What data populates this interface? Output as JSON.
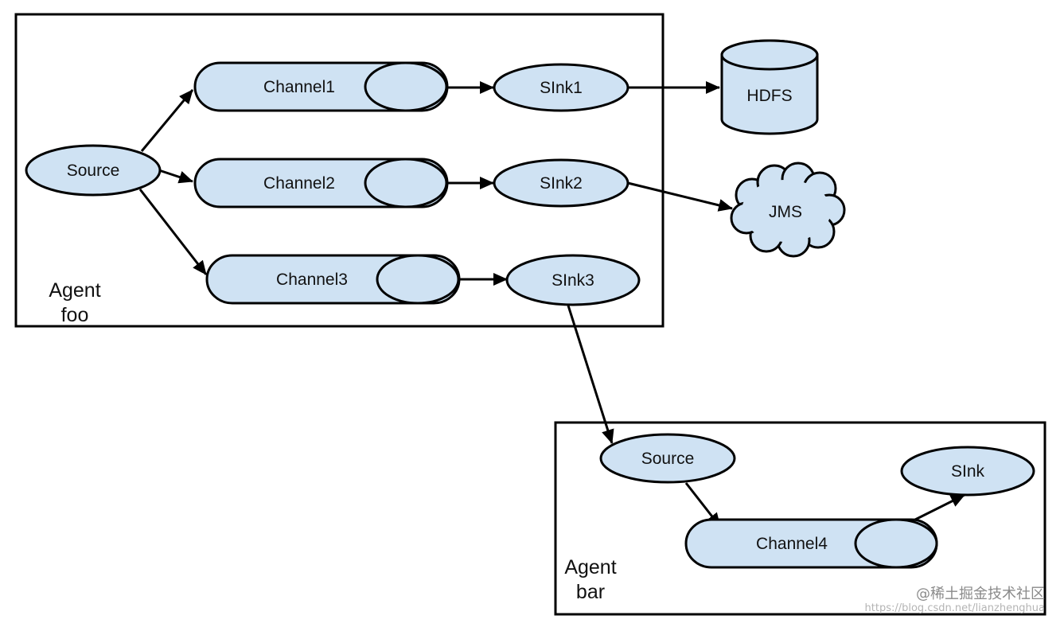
{
  "agents": {
    "foo": {
      "line1": "Agent",
      "line2": "foo"
    },
    "bar": {
      "line1": "Agent",
      "line2": "bar"
    }
  },
  "nodes": {
    "source_foo": "Source",
    "channel1": "Channel1",
    "channel2": "Channel2",
    "channel3": "Channel3",
    "sink1": "SInk1",
    "sink2": "SInk2",
    "sink3": "SInk3",
    "hdfs": "HDFS",
    "jms": "JMS",
    "source_bar": "Source",
    "channel4": "Channel4",
    "sink_bar": "SInk"
  },
  "watermark": {
    "brand": "@稀土掘金技术社区",
    "url": "https://blog.csdn.net/lianzhenghua"
  },
  "colors": {
    "node_fill": "#cfe2f3",
    "stroke": "#000000"
  }
}
